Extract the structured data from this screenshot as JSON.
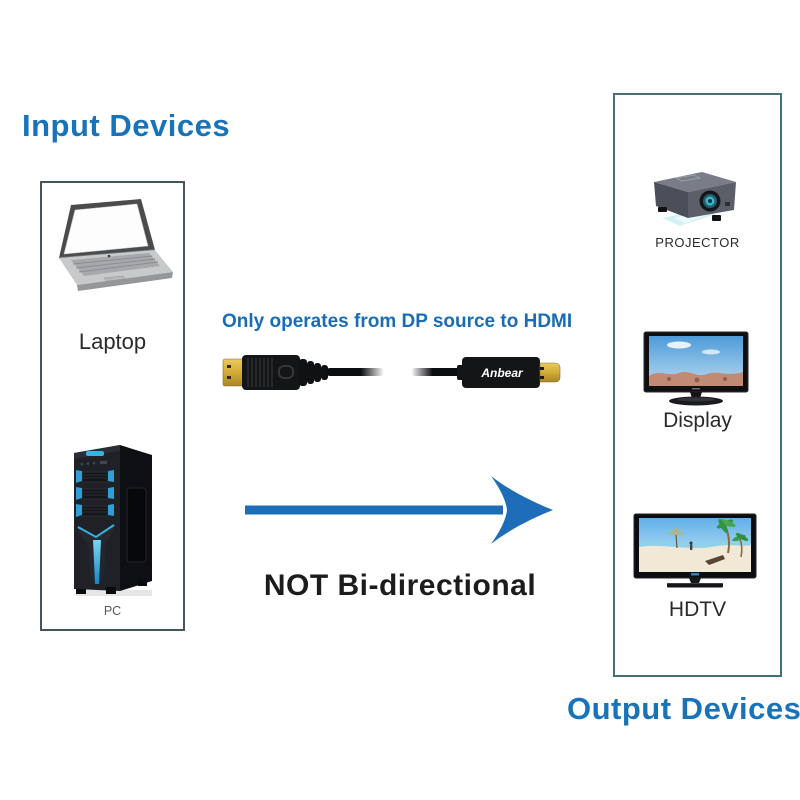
{
  "colors": {
    "title_blue": "#1973b9",
    "caption_blue": "#1a6cb5",
    "arrow_blue": "#1e6db8",
    "direction_text": "#1c1c1c",
    "input_box_border": "#46555b",
    "output_box_border": "#45707a",
    "device_label": "#2a2a2a"
  },
  "input_section": {
    "title": "Input Devices",
    "devices": [
      {
        "icon": "laptop-icon",
        "label": "Laptop"
      },
      {
        "icon": "pc-tower-icon",
        "label": "PC"
      }
    ]
  },
  "cable": {
    "caption": "Only operates from DP source to HDMI",
    "brand": "Anbear"
  },
  "direction": {
    "label": "NOT Bi-directional"
  },
  "output_section": {
    "title": "Output Devices",
    "devices": [
      {
        "icon": "projector-icon",
        "label": "PROJECTOR"
      },
      {
        "icon": "display-icon",
        "label": "Display"
      },
      {
        "icon": "hdtv-icon",
        "label": "HDTV"
      }
    ]
  }
}
